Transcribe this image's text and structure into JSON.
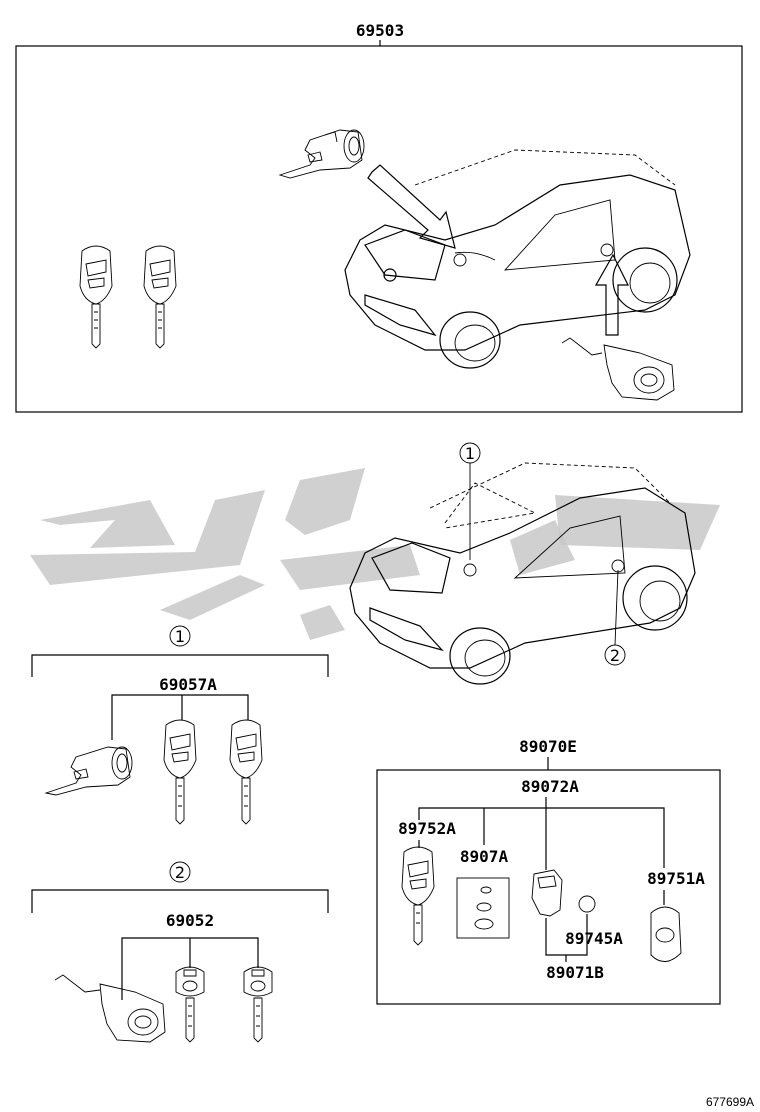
{
  "parts": {
    "p69503": "69503",
    "p69057A": "69057A",
    "p69052": "69052",
    "p89070E": "89070E",
    "p89072A": "89072A",
    "p89752A": "89752A",
    "p8907A": "8907A",
    "p89751A": "89751A",
    "p89745A": "89745A",
    "p89071B": "89071B"
  },
  "callouts": {
    "one": "1",
    "two": "2"
  },
  "footer": {
    "figure_id": "677699A"
  }
}
